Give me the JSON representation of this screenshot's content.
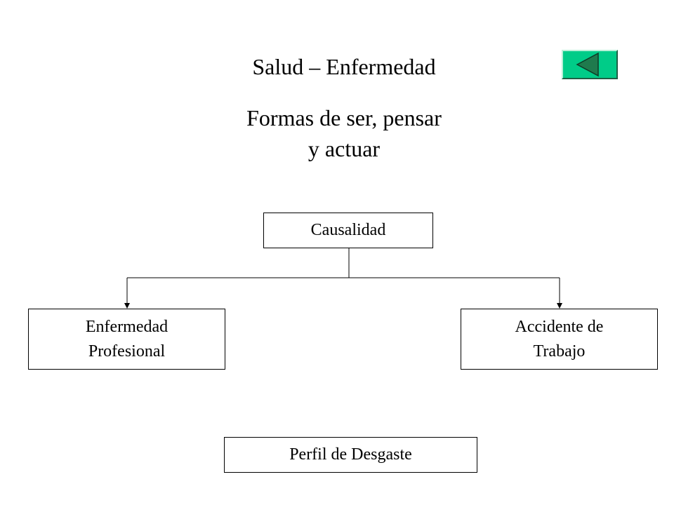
{
  "title": "Salud – Enfermedad",
  "subtitle_lines": [
    "Formas de ser, pensar",
    "y actuar"
  ],
  "diagram": {
    "root": {
      "label": "Causalidad"
    },
    "branches": [
      {
        "lines": [
          "Enfermedad",
          "Profesional"
        ]
      },
      {
        "lines": [
          "Accidente de",
          "Trabajo"
        ]
      }
    ],
    "footer": {
      "label": "Perfil de Desgaste"
    }
  },
  "nav": {
    "back_button_icon": "left-triangle-icon"
  },
  "colors": {
    "button_fill": "#00cc88",
    "button_arrow": "#1f7a4d",
    "line": "#000000"
  }
}
